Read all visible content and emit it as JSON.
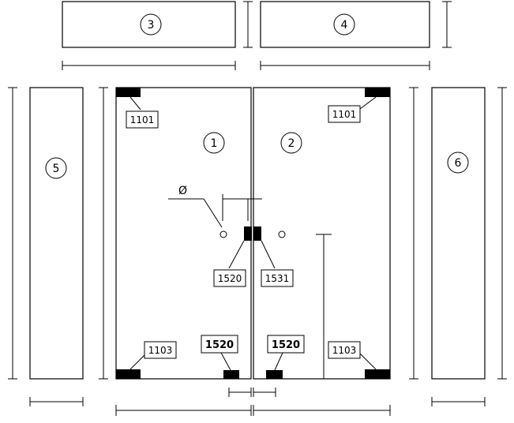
{
  "panel_numbers": {
    "p1": "1",
    "p2": "2",
    "p3": "3",
    "p4": "4",
    "p5": "5",
    "p6": "6"
  },
  "tags": {
    "top_left": "1101",
    "top_right": "1101",
    "bottom_left": "1103",
    "bottom_right": "1103",
    "bottom_center_left": "1520",
    "bottom_center_right": "1520",
    "handle_left": "1520",
    "handle_right": "1531"
  },
  "diameter_symbol": "Ø"
}
